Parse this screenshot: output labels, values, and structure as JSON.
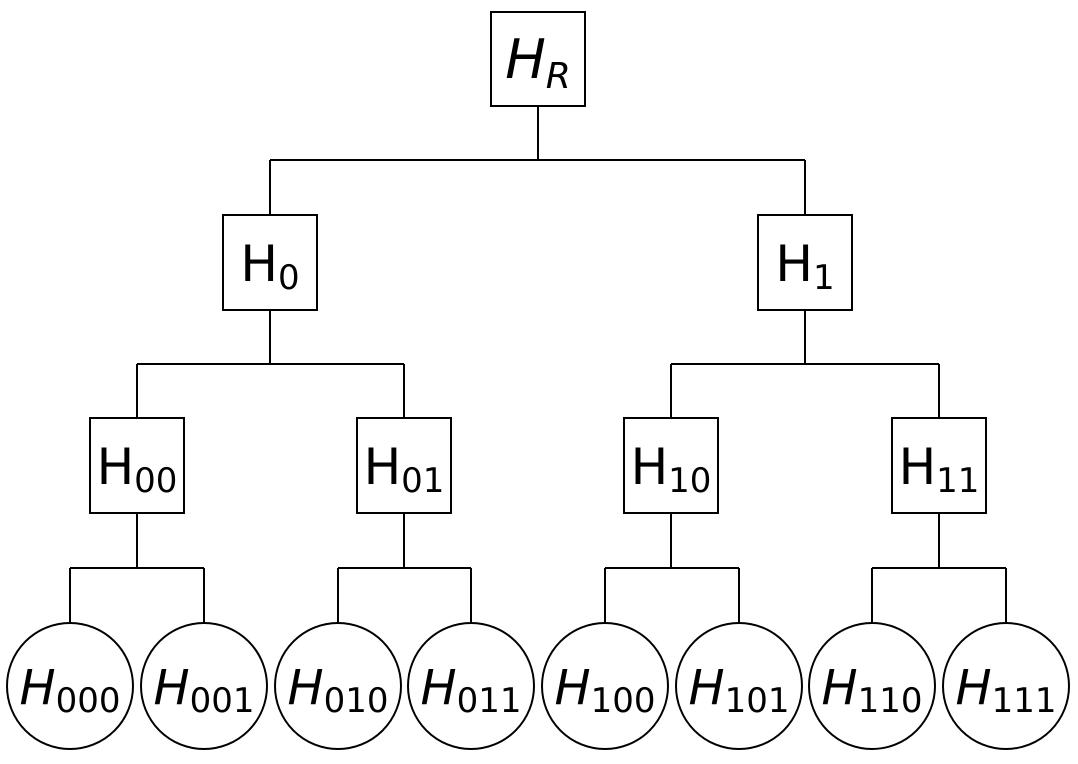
{
  "tree": {
    "root": {
      "base": "H",
      "sub": "R"
    },
    "level1": [
      {
        "base": "H",
        "sub": "0"
      },
      {
        "base": "H",
        "sub": "1"
      }
    ],
    "level2": [
      {
        "base": "H",
        "sub": "00"
      },
      {
        "base": "H",
        "sub": "01"
      },
      {
        "base": "H",
        "sub": "10"
      },
      {
        "base": "H",
        "sub": "11"
      }
    ],
    "leaves": [
      {
        "base": "H",
        "sub": "000"
      },
      {
        "base": "H",
        "sub": "001"
      },
      {
        "base": "H",
        "sub": "010"
      },
      {
        "base": "H",
        "sub": "011"
      },
      {
        "base": "H",
        "sub": "100"
      },
      {
        "base": "H",
        "sub": "101"
      },
      {
        "base": "H",
        "sub": "110"
      },
      {
        "base": "H",
        "sub": "111"
      }
    ]
  }
}
